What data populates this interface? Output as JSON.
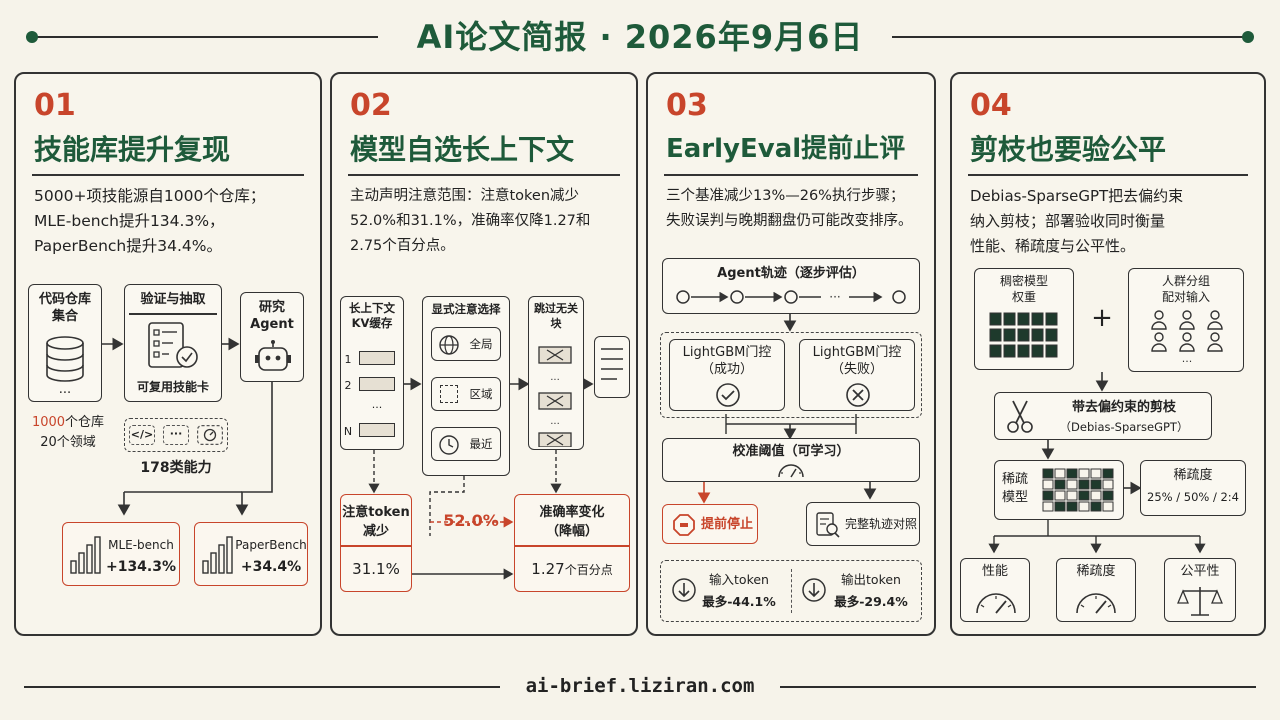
{
  "header": {
    "title": "AI论文简报 · 2026年9月6日"
  },
  "footer": {
    "site": "ai-brief.liziran.com"
  },
  "colors": {
    "green": "#1e5a3a",
    "red": "#c8452b",
    "ink": "#333333",
    "paper": "#f6f3ea"
  },
  "p1": {
    "num": "01",
    "title": "技能库提升复现",
    "desc1": "5000+项技能源自1000个仓库；",
    "desc2": "MLE-bench提升134.3%，",
    "desc3": "PaperBench提升34.4%。",
    "repo_title": "代码仓库\n集合",
    "verify_title": "验证与抽取",
    "card_label": "可复用技能卡",
    "agent_label": "研究\nAgent",
    "repo_count_red": "1000",
    "repo_count_rest": "个仓库",
    "domains": "20个领域",
    "abilities": "178类能力",
    "code_icon": "</>",
    "dots": "···",
    "mle_label": "MLE-bench",
    "mle_value": "+134.3%",
    "pb_label": "PaperBench",
    "pb_value": "+34.4%"
  },
  "p2": {
    "num": "02",
    "title": "模型自选长上下文",
    "desc1": "主动声明注意范围：注意token减少",
    "desc2": "52.0%和31.1%，准确率仅降1.27和",
    "desc3": "2.75个百分点。",
    "kv_title": "长上下文\nKV缓存",
    "rows": [
      "1",
      "2",
      "N"
    ],
    "dots": "···",
    "select_title": "显式注意选择",
    "opt_global": "全局",
    "opt_region": "区域",
    "opt_recent": "最近",
    "skip_title": "跳过无关\n块",
    "attn_title": "注意token\n减少",
    "attn_value": "31.1%",
    "mid_value": "52.0%",
    "acc_title": "准确率变化\n（降幅）",
    "acc_value": "1.27",
    "acc_unit": "个百分点"
  },
  "p3": {
    "num": "03",
    "title": "EarlyEval提前止评",
    "desc1": "三个基准减少13%—26%执行步骤；",
    "desc2": "失败误判与晚期翻盘仍可能改变排序。",
    "traj_title": "Agent轨迹（逐步评估）",
    "lgb_success": "LightGBM门控\n（成功）",
    "lgb_fail": "LightGBM门控\n（失败）",
    "threshold": "校准阈值（可学习）",
    "early_stop": "提前停止",
    "full_compare": "完整轨迹对照",
    "in_label": "输入token",
    "in_value": "最多-44.1%",
    "out_label": "输出token",
    "out_value": "最多-29.4%"
  },
  "p4": {
    "num": "04",
    "title": "剪枝也要验公平",
    "desc1": "Debias-SparseGPT把去偏约束",
    "desc2": "纳入剪枝；部署验收同时衡量",
    "desc3": "性能、稀疏度与公平性。",
    "dense_title": "稠密模型\n权重",
    "plus": "+",
    "groups_title": "人群分组\n配对输入",
    "dots": "···",
    "prune_title": "带去偏约束的剪枝",
    "prune_sub": "（Debias-SparseGPT）",
    "sparse_title": "稀疏\n模型",
    "sparsity_title": "稀疏度",
    "sparsity_value": "25% / 50% / 2:4",
    "m_perf": "性能",
    "m_sparsity": "稀疏度",
    "m_fair": "公平性"
  }
}
